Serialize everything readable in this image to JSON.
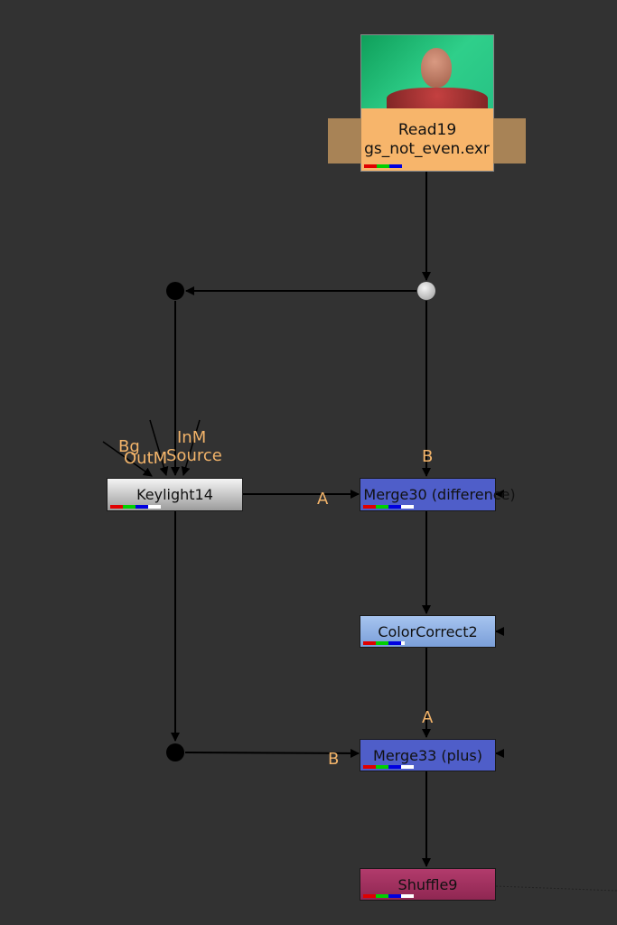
{
  "nodes": {
    "read": {
      "name": "Read19",
      "file": "gs_not_even.exr"
    },
    "keylight": {
      "name": "Keylight14",
      "inputs": {
        "bg": "Bg",
        "outm": "OutM",
        "inm": "InM",
        "source": "Source"
      }
    },
    "merge_diff": {
      "name": "Merge30 (difference)",
      "input_a": "A",
      "input_b": "B"
    },
    "color_correct": {
      "name": "ColorCorrect2"
    },
    "merge_plus": {
      "name": "Merge33 (plus)",
      "input_a": "A",
      "input_b": "B"
    },
    "shuffle": {
      "name": "Shuffle9"
    }
  },
  "colors": {
    "background": "#323232",
    "read_node": "#f7b56b",
    "read_label_bar": "#a88356",
    "merge_node": "#4f5ec9",
    "color_correct_node": "#8fb2e6",
    "shuffle_node": "#a3305f",
    "input_label": "#f3b46a"
  }
}
